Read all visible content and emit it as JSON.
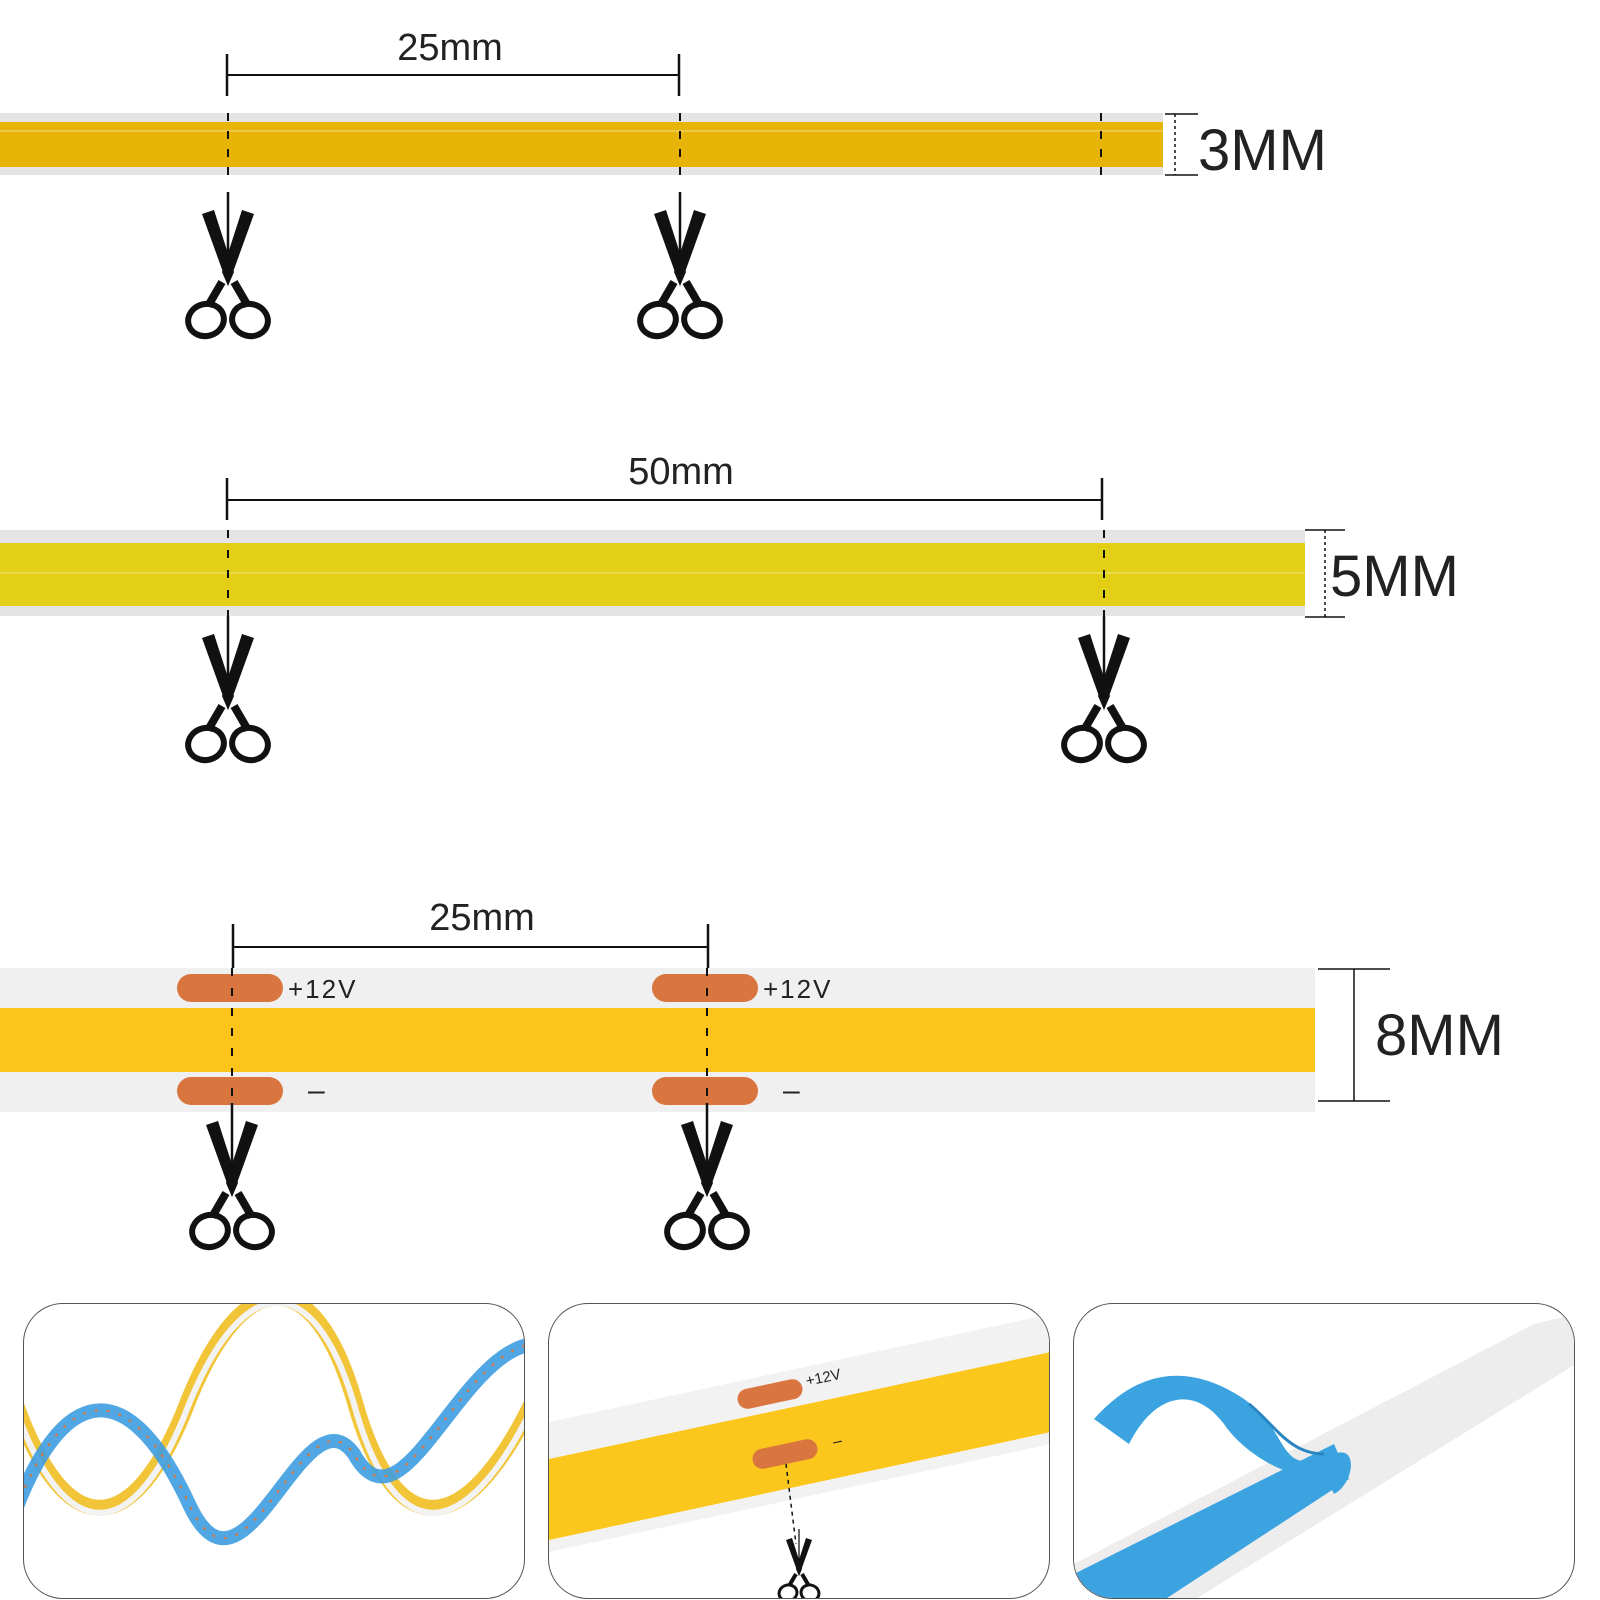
{
  "strips": [
    {
      "name": "3mm-strip",
      "spacing_label": "25mm",
      "width_label": "3MM",
      "led_color": "#e9b408"
    },
    {
      "name": "5mm-strip",
      "spacing_label": "50mm",
      "width_label": "5MM",
      "led_color": "#e3cf15"
    },
    {
      "name": "8mm-strip",
      "spacing_label": "25mm",
      "width_label": "8MM",
      "led_color": "#fdc41c",
      "pad_positive_label": "+12V",
      "pad_negative_label": "–"
    }
  ],
  "panels": [
    {
      "name": "spiral-flex-photo"
    },
    {
      "name": "cut-point-closeup-photo",
      "pad_positive_label": "+12V",
      "pad_negative_label": "–"
    },
    {
      "name": "adhesive-backing-photo"
    }
  ],
  "colors": {
    "pad": "#d9763f",
    "adhesive_blue": "#3aa3e0",
    "pcb_white": "#eeeeee"
  },
  "icons": [
    "scissors-icon",
    "width-dimension-icon",
    "spacing-dimension-icon"
  ]
}
